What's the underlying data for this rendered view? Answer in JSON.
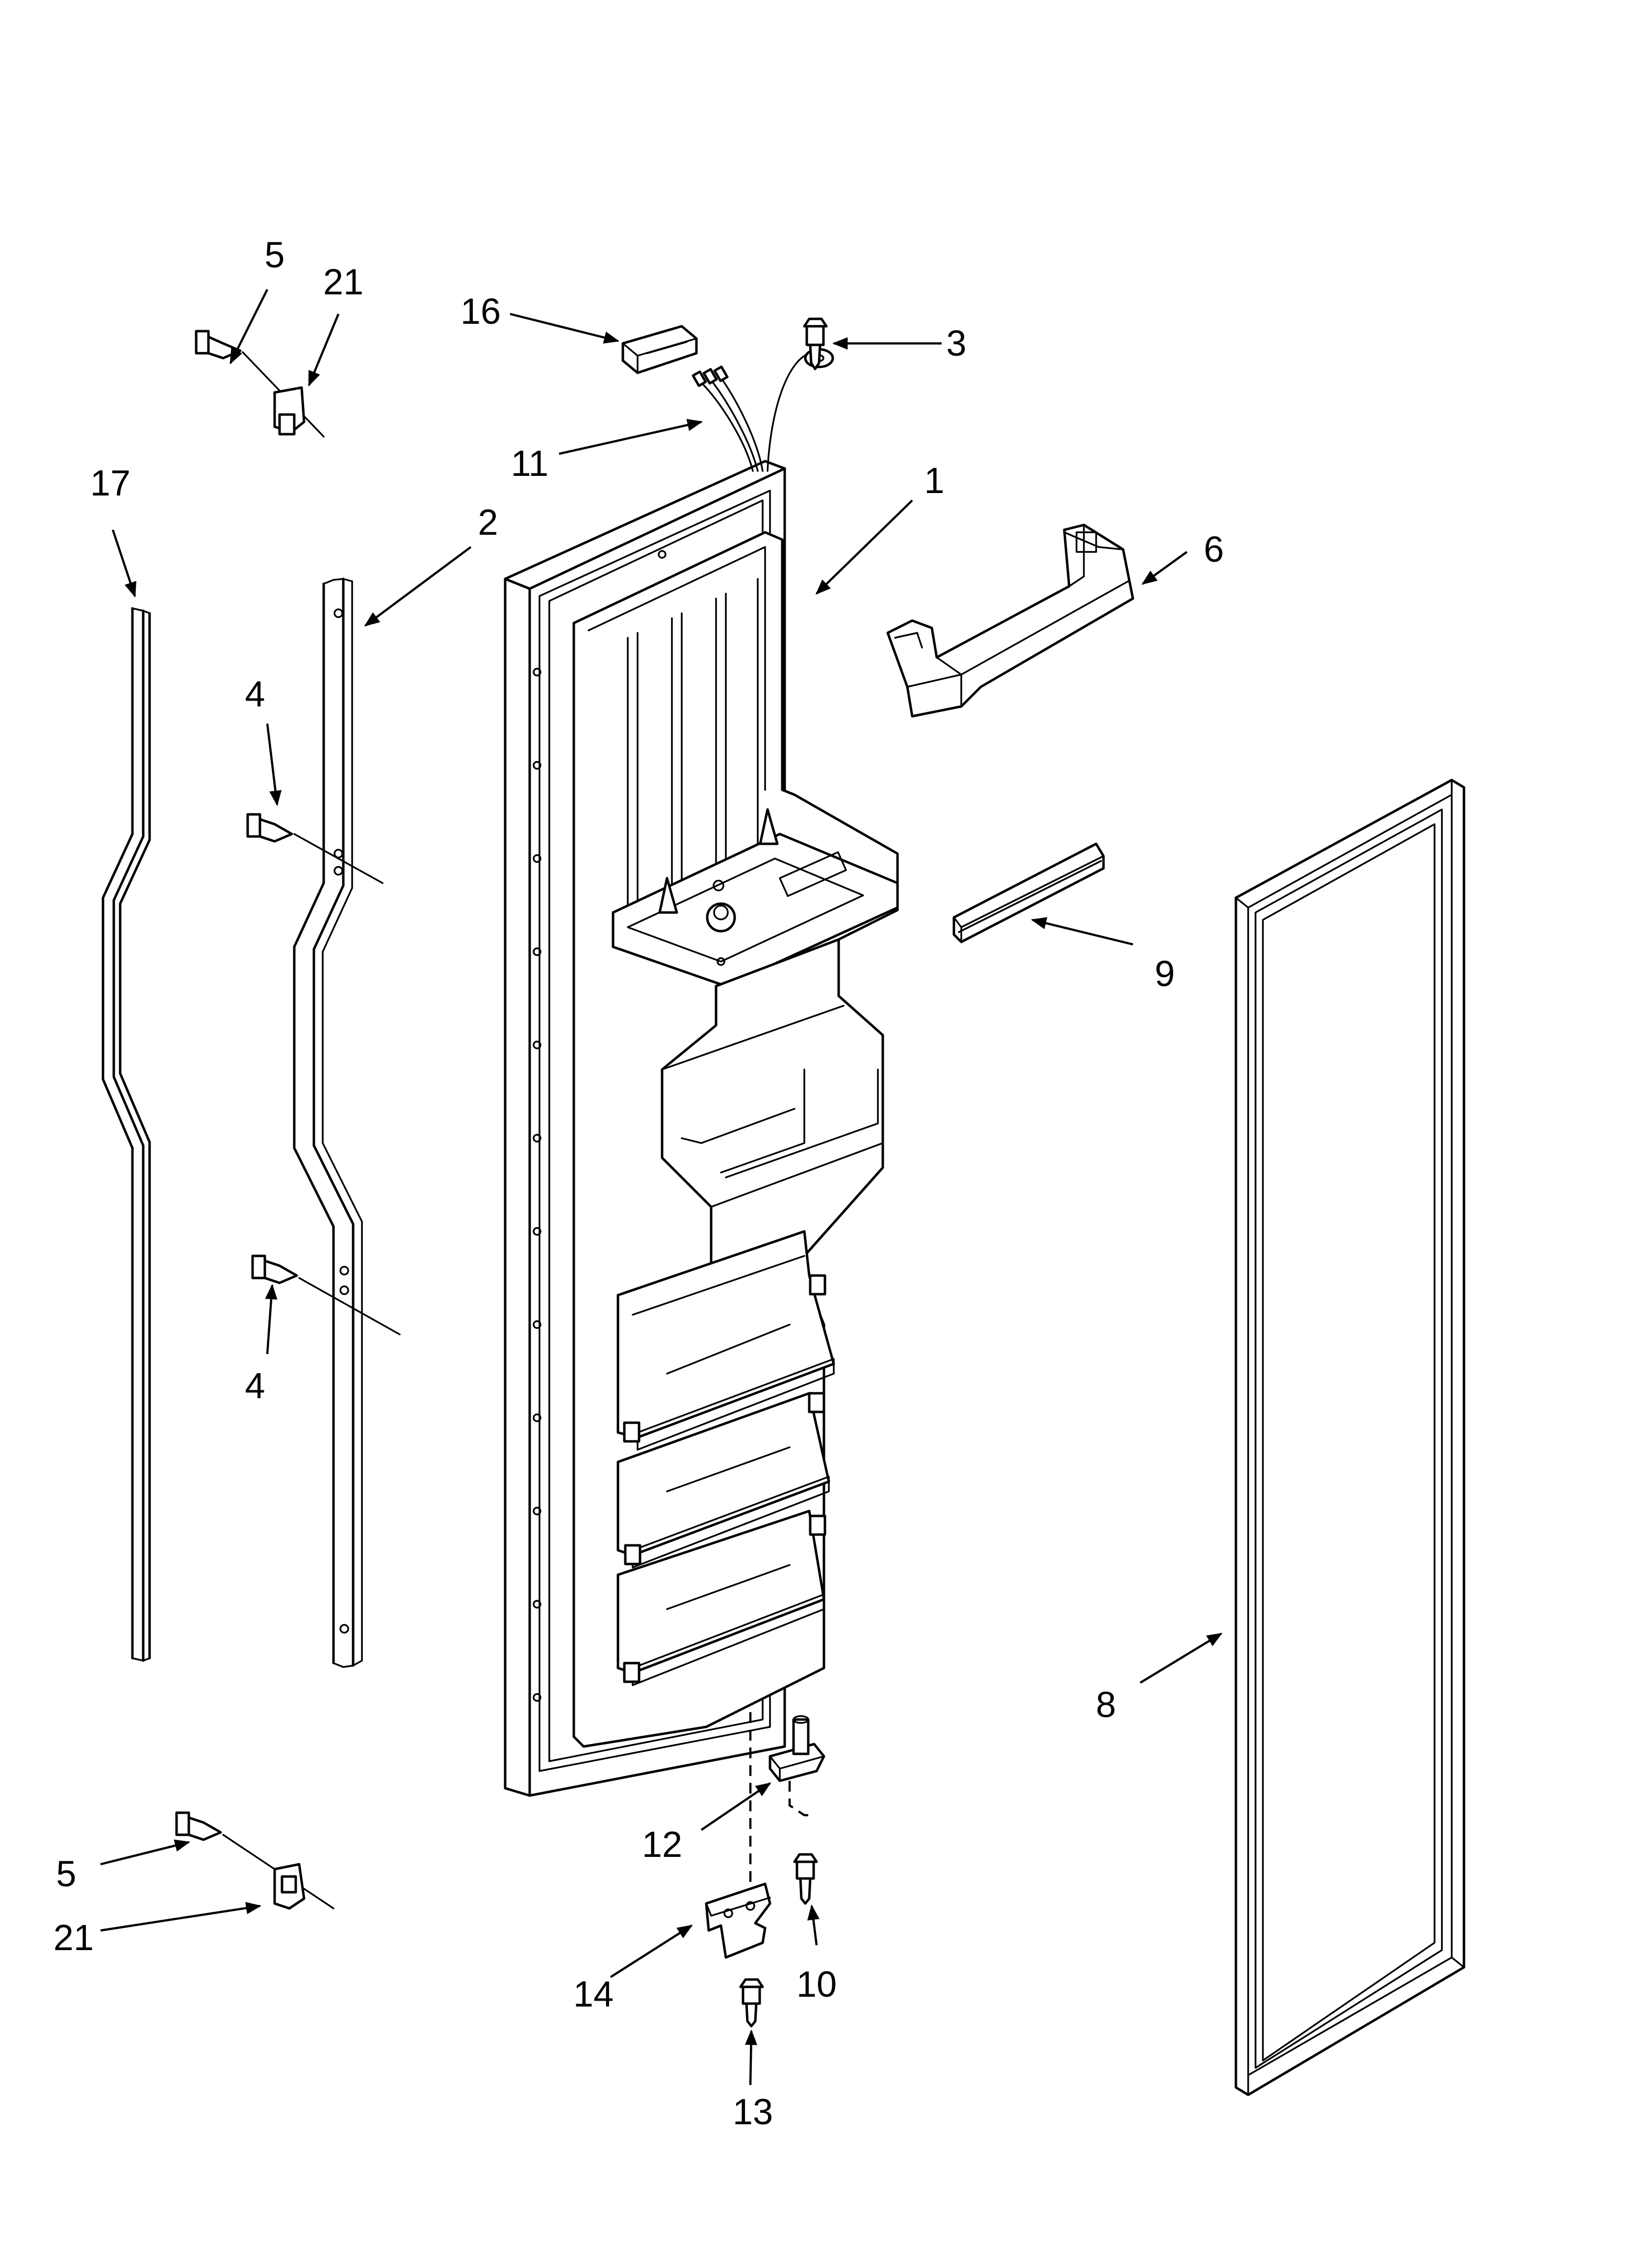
{
  "callouts": {
    "c1": "1",
    "c2": "2",
    "c3": "3",
    "c4a": "4",
    "c4b": "4",
    "c5a": "5",
    "c5b": "5",
    "c6": "6",
    "c8": "8",
    "c9": "9",
    "c10": "10",
    "c11": "11",
    "c12": "12",
    "c13": "13",
    "c14": "14",
    "c16": "16",
    "c17": "17",
    "c21a": "21",
    "c21b": "21"
  },
  "colors": {
    "line": "#000000",
    "background": "#ffffff"
  }
}
